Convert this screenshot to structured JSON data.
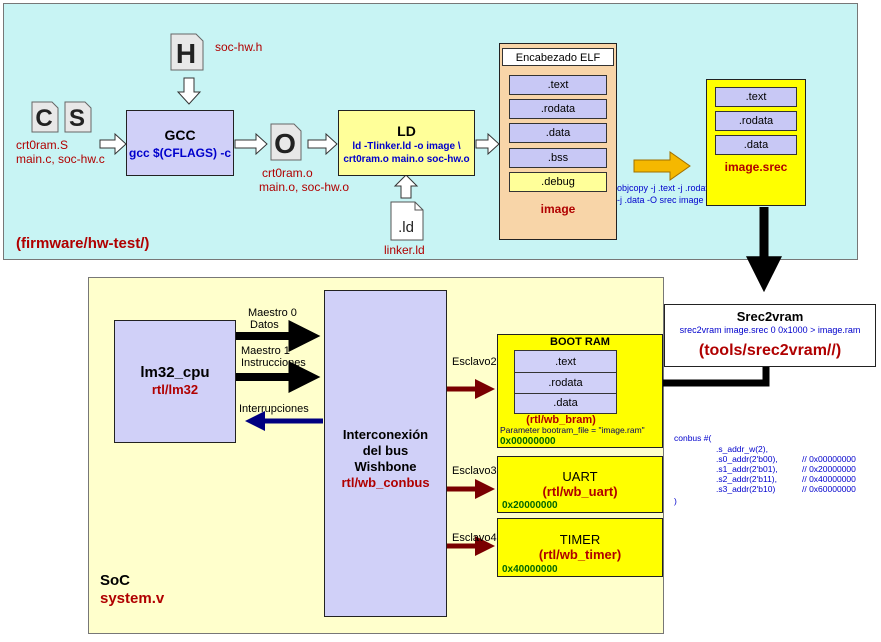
{
  "firmware": {
    "label": "(firmware/hw-test/)",
    "header_file": "soc-hw.h",
    "sources_line1": "crt0ram.S",
    "sources_line2": "main.c, soc-hw.c",
    "gcc_title": "GCC",
    "gcc_cmd": "gcc $(CFLAGS) -c",
    "objects_line1": "crt0ram.o",
    "objects_line2": "main.o, soc-hw.o",
    "ld_title": "LD",
    "ld_cmd_line1": "ld -Tlinker.ld  -o image \\",
    "ld_cmd_line2": "crt0ram.o main.o soc-hw.o",
    "linker_icon_text": ".ld",
    "linker_file": "linker.ld",
    "elf": {
      "header": "Encabezado ELF",
      "sections": [
        ".text",
        ".rodata",
        ".data",
        ".bss",
        ".debug"
      ],
      "name": "image"
    },
    "objcopy_line1": "objcopy -j .text -j .rodata \\",
    "objcopy_line2": "-j .data -O srec image image.srec",
    "srec": {
      "sections": [
        ".text",
        ".rodata",
        ".data"
      ],
      "name": "image.srec"
    }
  },
  "srec2vram": {
    "title": "Srec2vram",
    "cmd": "srec2vram image.srec 0 0x1000 > image.ram",
    "path": "(tools/srec2vram//)"
  },
  "soc": {
    "label": "SoC",
    "file": "system.v",
    "cpu_title": "lm32_cpu",
    "cpu_path": "rtl/lm32",
    "master0_line1": "Maestro 0",
    "master0_line2": "Datos",
    "master1_line1": "Maestro 1",
    "master1_line2": "Instrucciones",
    "interrupts": "Interrupciones",
    "bus_line1": "Interconexión",
    "bus_line2": "del bus",
    "bus_line3": "Wishbone",
    "bus_path": "rtl/wb_conbus",
    "slave2": "Esclavo2",
    "slave3": "Esclavo3",
    "slave4": "Esclavo4",
    "bootram": {
      "title": "BOOT RAM",
      "sections": [
        ".text",
        ".rodata",
        ".data"
      ],
      "path": "(rtl/wb_bram)",
      "param": "Parameter bootram_file = \"image.ram\"",
      "address": "0x00000000"
    },
    "uart": {
      "title": "UART",
      "path": "(rtl/wb_uart)",
      "address": "0x20000000"
    },
    "timer": {
      "title": "TIMER",
      "path": "(rtl/wb_timer)",
      "address": "0x40000000"
    }
  },
  "conbus_code": {
    "line0": "conbus #(",
    "line1": ".s_addr_w(2),",
    "line2": ".s0_addr(2'b00),",
    "line2c": "// 0x00000000",
    "line3": ".s1_addr(2'b01),",
    "line3c": "// 0x20000000",
    "line4": ".s2_addr(2'b11),",
    "line4c": "// 0x40000000",
    "line5": ".s3_addr(2'b10)",
    "line5c": "// 0x60000000",
    "line6": ")"
  },
  "colors": {
    "firmware_bg": "#c8f4f4",
    "soc_bg": "#ffffcc",
    "block_lavender": "#d0d0f8",
    "ld_yellow": "#ffff99",
    "elf_bg": "#f8d5a8",
    "peripheral_yellow": "#ffff00",
    "path_red": "#b00000",
    "cmd_blue": "#0000cc"
  }
}
